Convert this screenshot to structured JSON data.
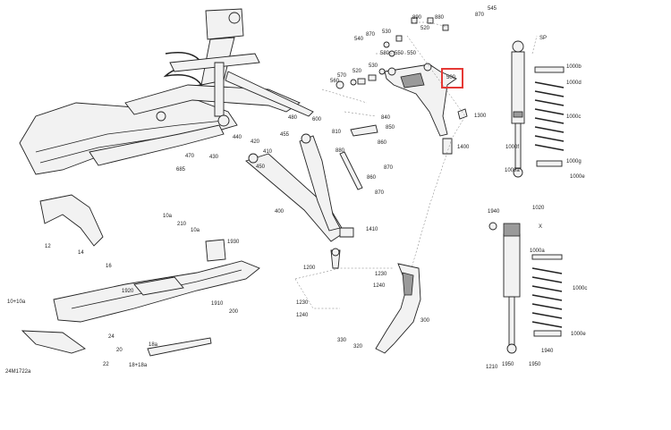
{
  "diagram": {
    "drawing_number": "24M1722a",
    "highlight_color": "#e53935",
    "highlighted_label": "500",
    "assembly_labels": {
      "shock_front": "SP",
      "shock_rear": "X"
    },
    "callouts": [
      "545",
      "870",
      "880",
      "890",
      "520",
      "530",
      "540",
      "870",
      "580",
      "550",
      "500",
      "570",
      "560",
      "520",
      "530",
      "550",
      "600",
      "480",
      "810",
      "840",
      "850",
      "860",
      "1300",
      "1400",
      "440",
      "420",
      "455",
      "470",
      "410",
      "430",
      "685",
      "450",
      "880",
      "870",
      "860",
      "870",
      "400",
      "1410",
      "1200",
      "1230",
      "1240",
      "300",
      "1230",
      "1240",
      "330",
      "320",
      "1000b",
      "1000d",
      "1000c",
      "1000f",
      "1000g",
      "1000a",
      "1000e",
      "1940",
      "1020",
      "1000a",
      "1000c",
      "1000e",
      "1950",
      "1950",
      "1940",
      "1210",
      "10a",
      "210",
      "10a",
      "1930",
      "12",
      "14",
      "16",
      "1920",
      "10+10a",
      "200",
      "1910",
      "24",
      "20",
      "22",
      "18a",
      "18+18a"
    ]
  }
}
